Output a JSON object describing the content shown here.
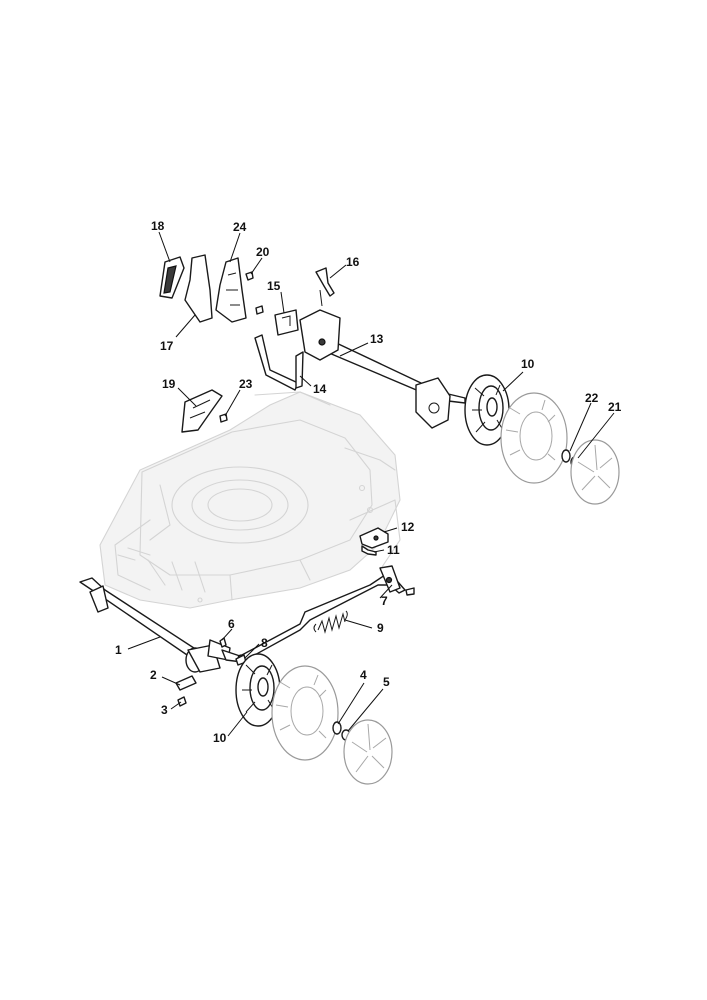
{
  "diagram": {
    "callouts": [
      {
        "id": "c18",
        "label": "18"
      },
      {
        "id": "c24",
        "label": "24"
      },
      {
        "id": "c20",
        "label": "20"
      },
      {
        "id": "c16",
        "label": "16"
      },
      {
        "id": "c15",
        "label": "15"
      },
      {
        "id": "c17",
        "label": "17"
      },
      {
        "id": "c13",
        "label": "13"
      },
      {
        "id": "c14",
        "label": "14"
      },
      {
        "id": "c19",
        "label": "19"
      },
      {
        "id": "c23",
        "label": "23"
      },
      {
        "id": "c10a",
        "label": "10"
      },
      {
        "id": "c22",
        "label": "22"
      },
      {
        "id": "c21",
        "label": "21"
      },
      {
        "id": "c12",
        "label": "12"
      },
      {
        "id": "c11",
        "label": "11"
      },
      {
        "id": "c7",
        "label": "7"
      },
      {
        "id": "c9",
        "label": "9"
      },
      {
        "id": "c1",
        "label": "1"
      },
      {
        "id": "c6",
        "label": "6"
      },
      {
        "id": "c8",
        "label": "8"
      },
      {
        "id": "c2",
        "label": "2"
      },
      {
        "id": "c3",
        "label": "3"
      },
      {
        "id": "c4",
        "label": "4"
      },
      {
        "id": "c5",
        "label": "5"
      },
      {
        "id": "c10b",
        "label": "10"
      }
    ]
  }
}
